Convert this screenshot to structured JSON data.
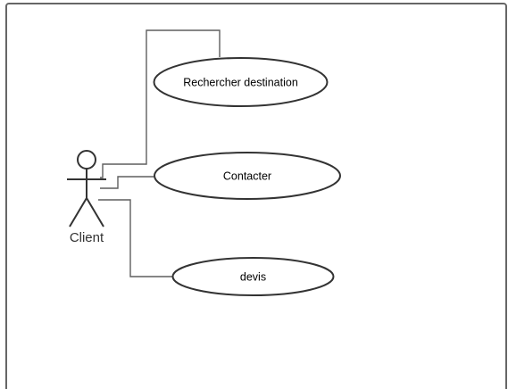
{
  "diagram": {
    "type": "use-case",
    "actor": {
      "label": "Client"
    },
    "use_cases": [
      {
        "label": "Rechercher destination"
      },
      {
        "label": "Contacter"
      },
      {
        "label": "devis"
      }
    ],
    "colors": {
      "stroke": "#333333",
      "connector": "#5f5f5f",
      "frame": "#666666",
      "background": "#ffffff"
    }
  }
}
